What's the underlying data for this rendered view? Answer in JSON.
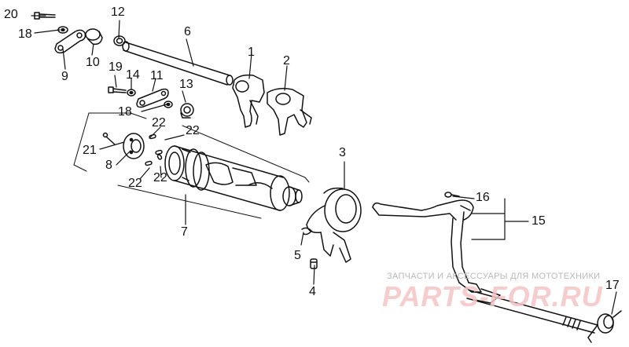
{
  "diagram": {
    "callouts": {
      "c1": "1",
      "c2": "2",
      "c3": "3",
      "c4": "4",
      "c5": "5",
      "c6": "6",
      "c7": "7",
      "c8": "8",
      "c9": "9",
      "c10": "10",
      "c11": "11",
      "c12": "12",
      "c13": "13",
      "c14": "14",
      "c15": "15",
      "c16": "16",
      "c17": "17",
      "c18a": "18",
      "c18b": "18",
      "c19": "19",
      "c20": "20",
      "c21": "21",
      "c22a": "22",
      "c22b": "22",
      "c22c": "22",
      "c22d": "22"
    }
  },
  "watermark": {
    "tagline": "ЗАПЧАСТИ И АКСЕССУАРЫ ДЛЯ МОТОТЕХНИКИ",
    "logo": "PARTS-FOR.RU"
  },
  "colors": {
    "line": "#111111",
    "watermark_logo": "#f6c4c4",
    "watermark_text": "#b9b9b9"
  }
}
